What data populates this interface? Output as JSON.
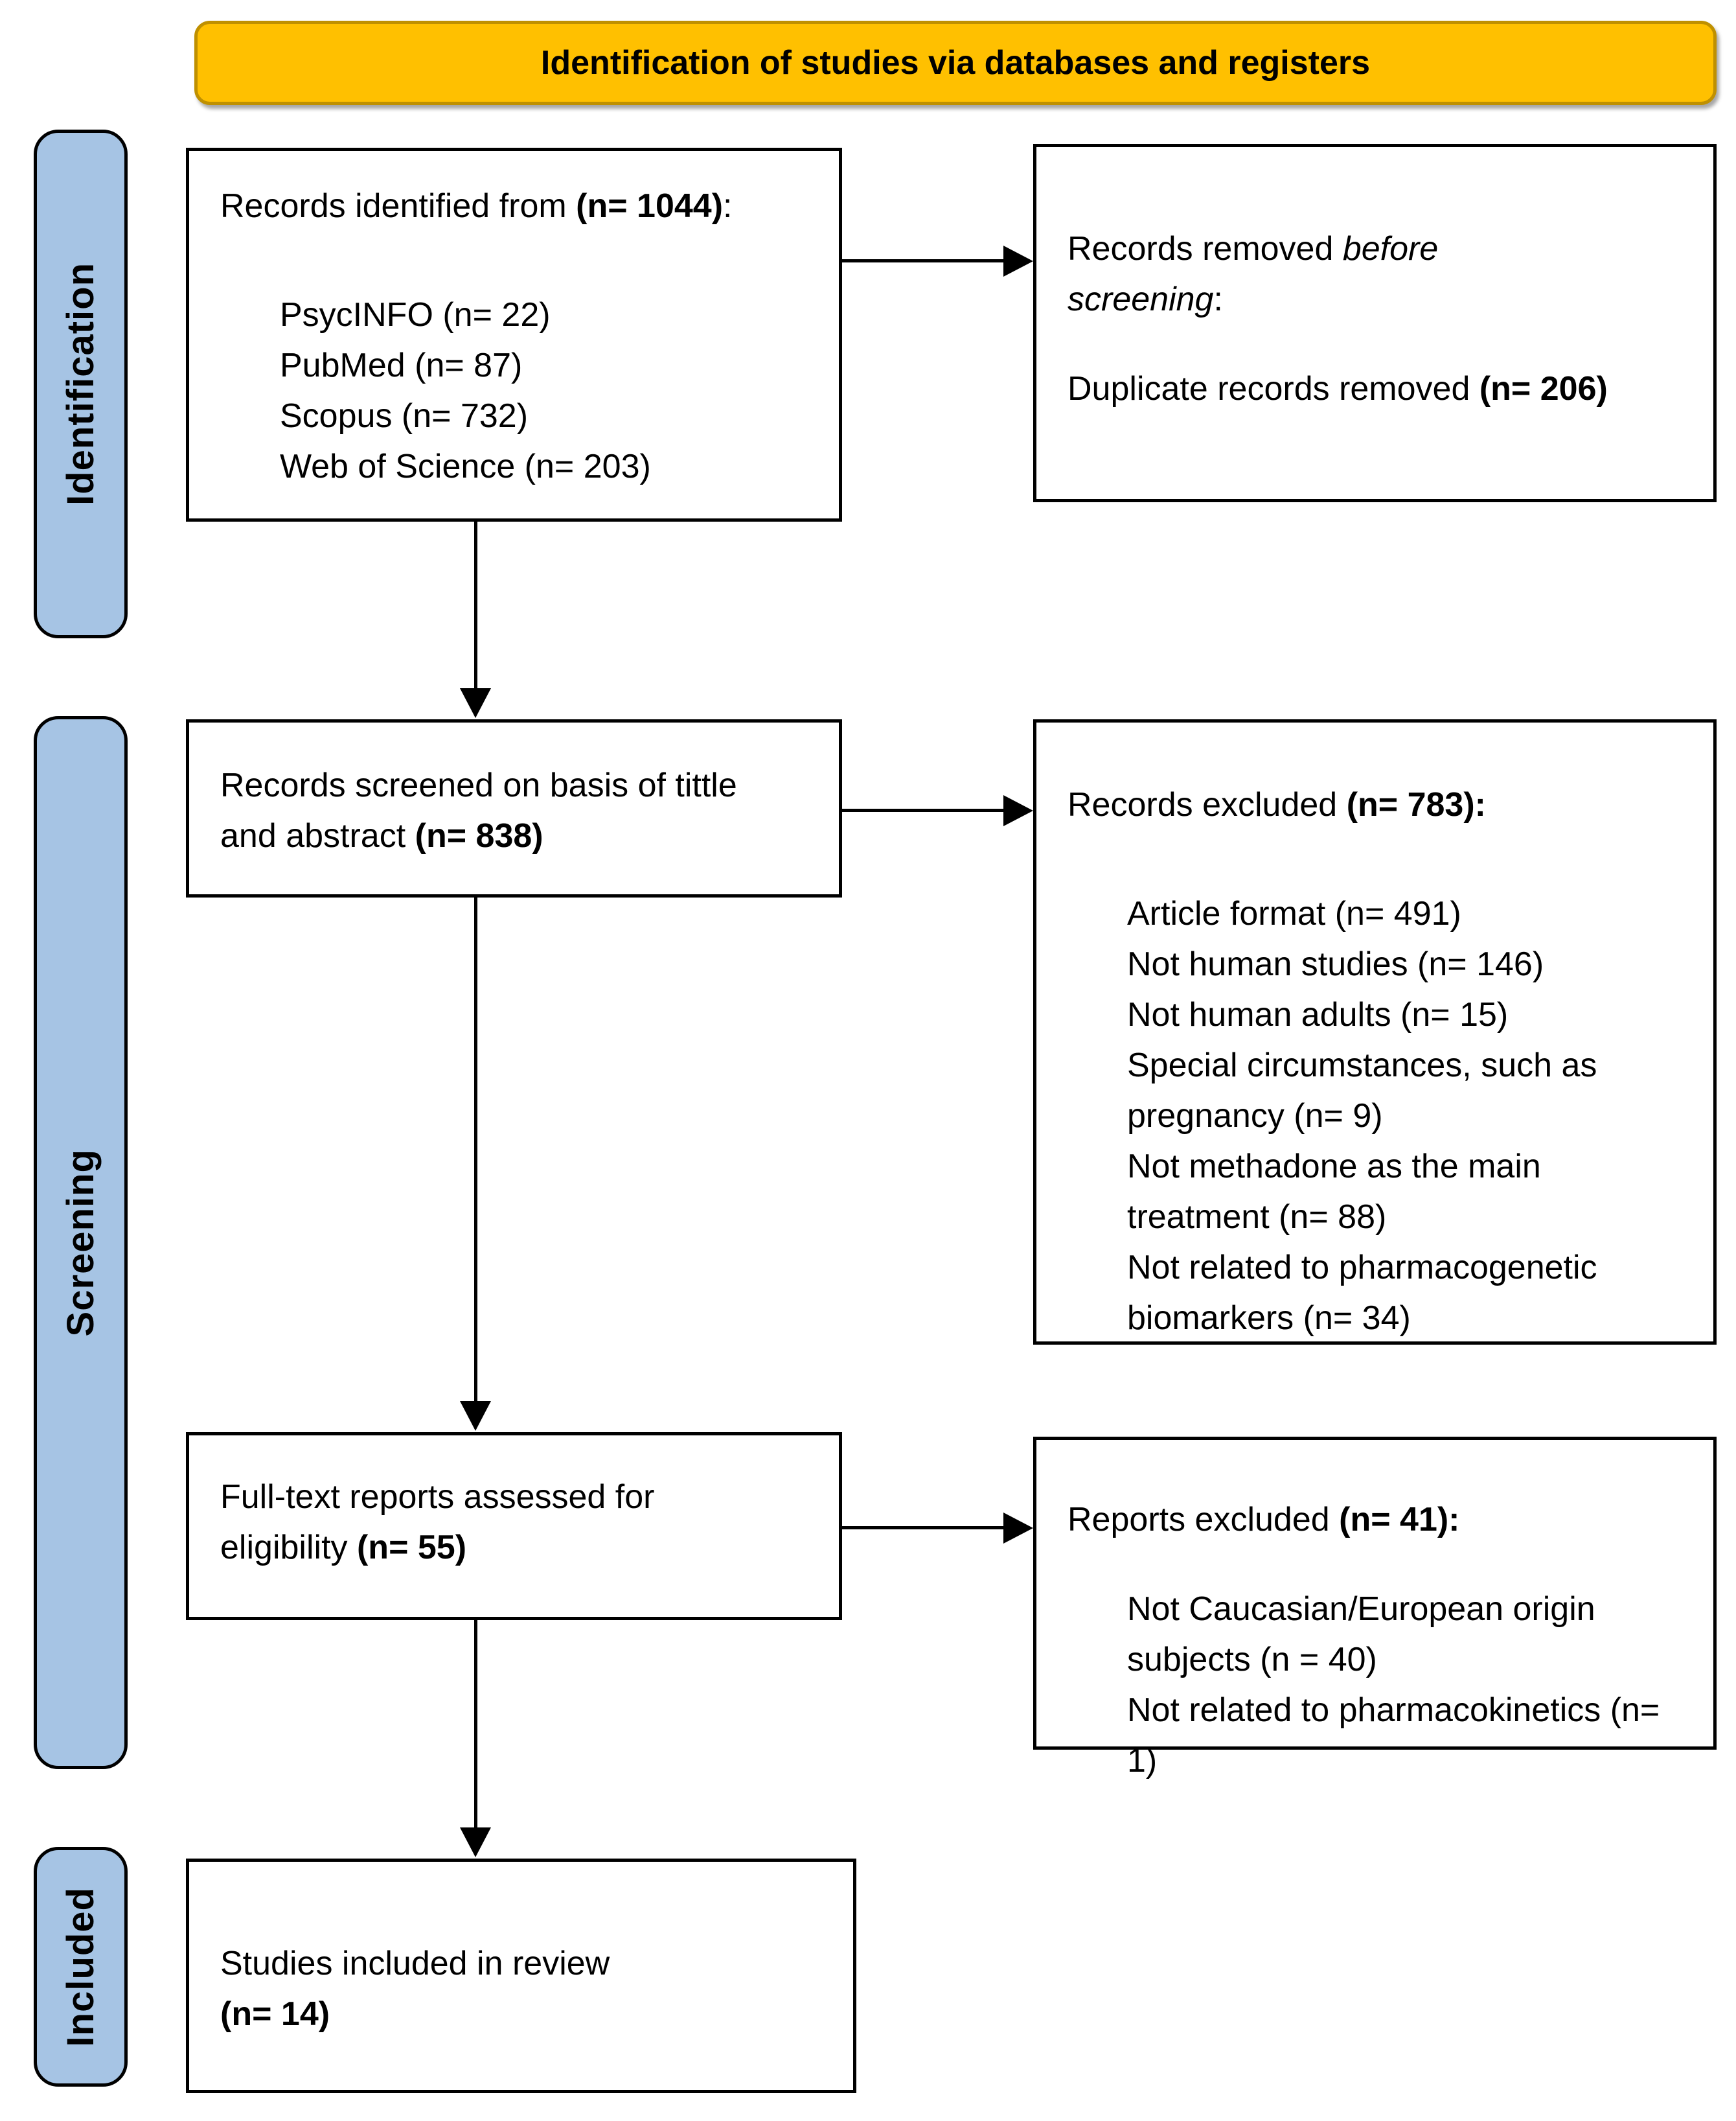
{
  "banner": {
    "title": "Identification of studies via databases and registers"
  },
  "stages": {
    "identification": "Identification",
    "screening": "Screening",
    "included": "Included"
  },
  "boxes": {
    "identified": {
      "lead": "Records identified from ",
      "n": "(n= 1044)",
      "tail": ":",
      "items": [
        "PsycINFO (n= 22)",
        "PubMed (n= 87)",
        "Scopus (n= 732)",
        "Web of Science (n= 203)"
      ]
    },
    "removed_before": {
      "lead": "Records removed ",
      "italic": "before screening",
      "tail": ":",
      "item_lead": "Duplicate records removed ",
      "item_n": "(n= 206)"
    },
    "screened": {
      "lead": "Records screened on basis of tittle and abstract ",
      "n": "(n= 838)"
    },
    "records_excluded": {
      "lead": "Records excluded ",
      "n": "(n= 783):",
      "items": [
        "Article format (n= 491)",
        "Not human studies (n= 146)",
        "Not human adults (n= 15)",
        "Special circumstances, such as pregnancy (n= 9)",
        "Not methadone as the main treatment (n= 88)",
        "Not related to pharmacogenetic biomarkers (n= 34)"
      ]
    },
    "fulltext": {
      "lead": "Full-text reports assessed for eligibility ",
      "n": "(n= 55)"
    },
    "reports_excluded": {
      "lead": "Reports excluded ",
      "n": "(n= 41):",
      "items": [
        "Not Caucasian/European origin subjects (n = 40)",
        "Not related to pharmacokinetics (n= 1)"
      ]
    },
    "included_studies": {
      "lead": "Studies included in review",
      "n": "(n= 14)"
    }
  },
  "colors": {
    "banner_fill": "#FFC000",
    "banner_border": "#BF9000",
    "stage_fill": "#A6C4E4",
    "stage_border": "#000000",
    "box_border": "#000000"
  }
}
